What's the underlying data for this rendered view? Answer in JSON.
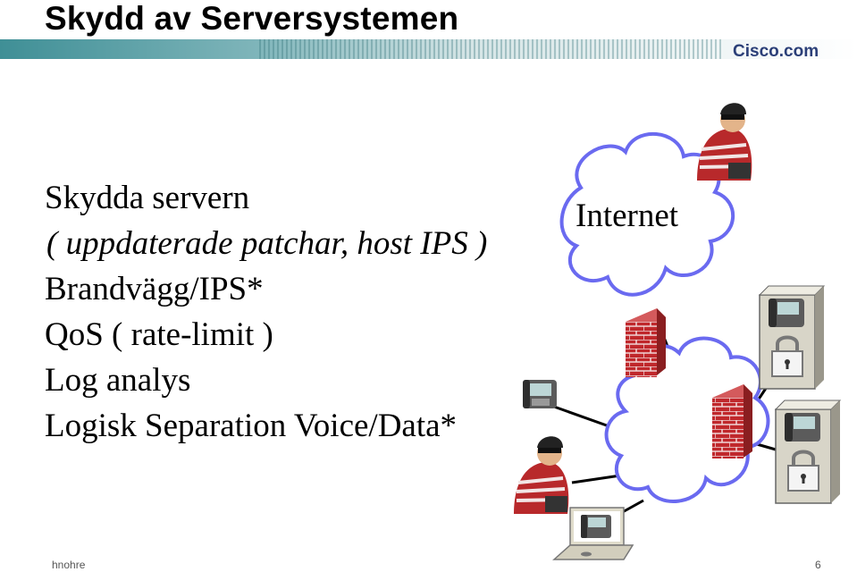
{
  "slide": {
    "title": "Skydd av Serversystemen",
    "logo_text": "Cisco.com",
    "bullets": [
      "Skydda servern",
      "( uppdaterade patchar, host IPS )",
      "Brandvägg/IPS*",
      "QoS ( rate-limit )",
      "Log analys",
      "Logisk Separation Voice/Data*"
    ],
    "diagram": {
      "internet_label": "Internet",
      "icons": [
        "hacker-icon",
        "firewall-icon",
        "ip-phone-icon",
        "padlock-icon",
        "laptop-icon",
        "cloud-icon"
      ]
    },
    "footer": {
      "author": "hnohre",
      "page_number": "6"
    },
    "colors": {
      "band": "#3f8f96",
      "cloud_outline": "#6a6af0",
      "firewall": "#c0282c",
      "logo": "#2b3f78"
    }
  }
}
